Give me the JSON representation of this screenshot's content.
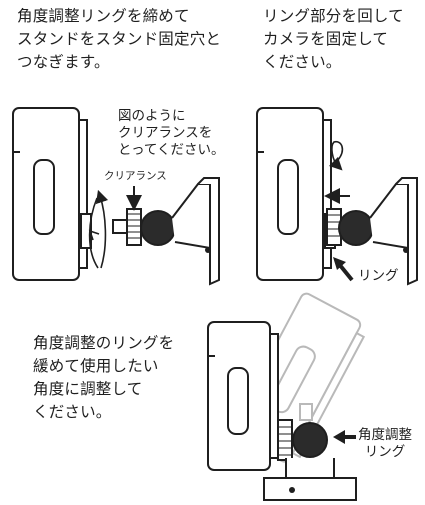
{
  "steps": {
    "step1": "角度調整リングを締めて\nスタンドをスタンド固定穴と\nつなぎます。",
    "step2": "リング部分を回して\nカメラを固定して\nください。",
    "step3": "角度調整のリングを\n緩めて使用したい\n角度に調整して\nください。"
  },
  "callouts": {
    "clearance_note": "図のように\nクリアランスを\nとってください。",
    "clearance_label": "クリアランス",
    "ring_label": "リング",
    "angle_ring_label": "角度調整\nリング"
  },
  "colors": {
    "line": "#1f1f1f",
    "ring": "#2b2b2b",
    "faded": "#b9b9b9"
  }
}
